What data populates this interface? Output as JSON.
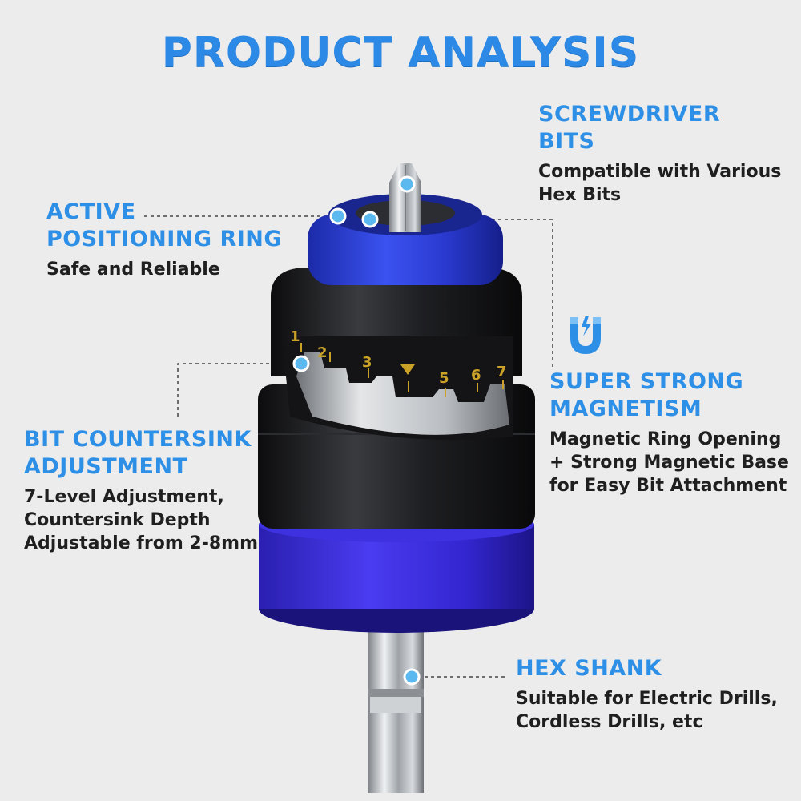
{
  "title": "PRODUCT ANALYSIS",
  "features": {
    "screwdriver_bits": {
      "heading": [
        "SCREWDRIVER",
        "BITS"
      ],
      "desc": [
        "Compatible with Various",
        "Hex Bits"
      ]
    },
    "positioning_ring": {
      "heading": [
        "ACTIVE",
        "POSITIONING RING"
      ],
      "desc": [
        "Safe and Reliable"
      ]
    },
    "magnetism": {
      "heading": [
        "SUPER STRONG",
        "MAGNETISM"
      ],
      "desc": [
        "Magnetic Ring Opening",
        "+ Strong Magnetic Base",
        "for Easy Bit Attachment"
      ],
      "icon": "magnet-icon"
    },
    "countersink": {
      "heading": [
        "BIT COUNTERSINK",
        "ADJUSTMENT"
      ],
      "desc": [
        "7-Level Adjustment,",
        "Countersink Depth",
        "Adjustable from 2-8mm"
      ]
    },
    "hex_shank": {
      "heading": [
        "HEX SHANK"
      ],
      "desc": [
        "Suitable for Electric Drills,",
        "Cordless Drills, etc"
      ]
    }
  },
  "scale_numbers": [
    "1",
    "2",
    "3",
    "5",
    "6",
    "7"
  ],
  "colors": {
    "accent": "#2d8fe6",
    "ring_blue": "#2a3fd6",
    "body_black": "#1b1b1d",
    "marker": "#5bb9f0",
    "scale_gold": "#c9a227"
  }
}
